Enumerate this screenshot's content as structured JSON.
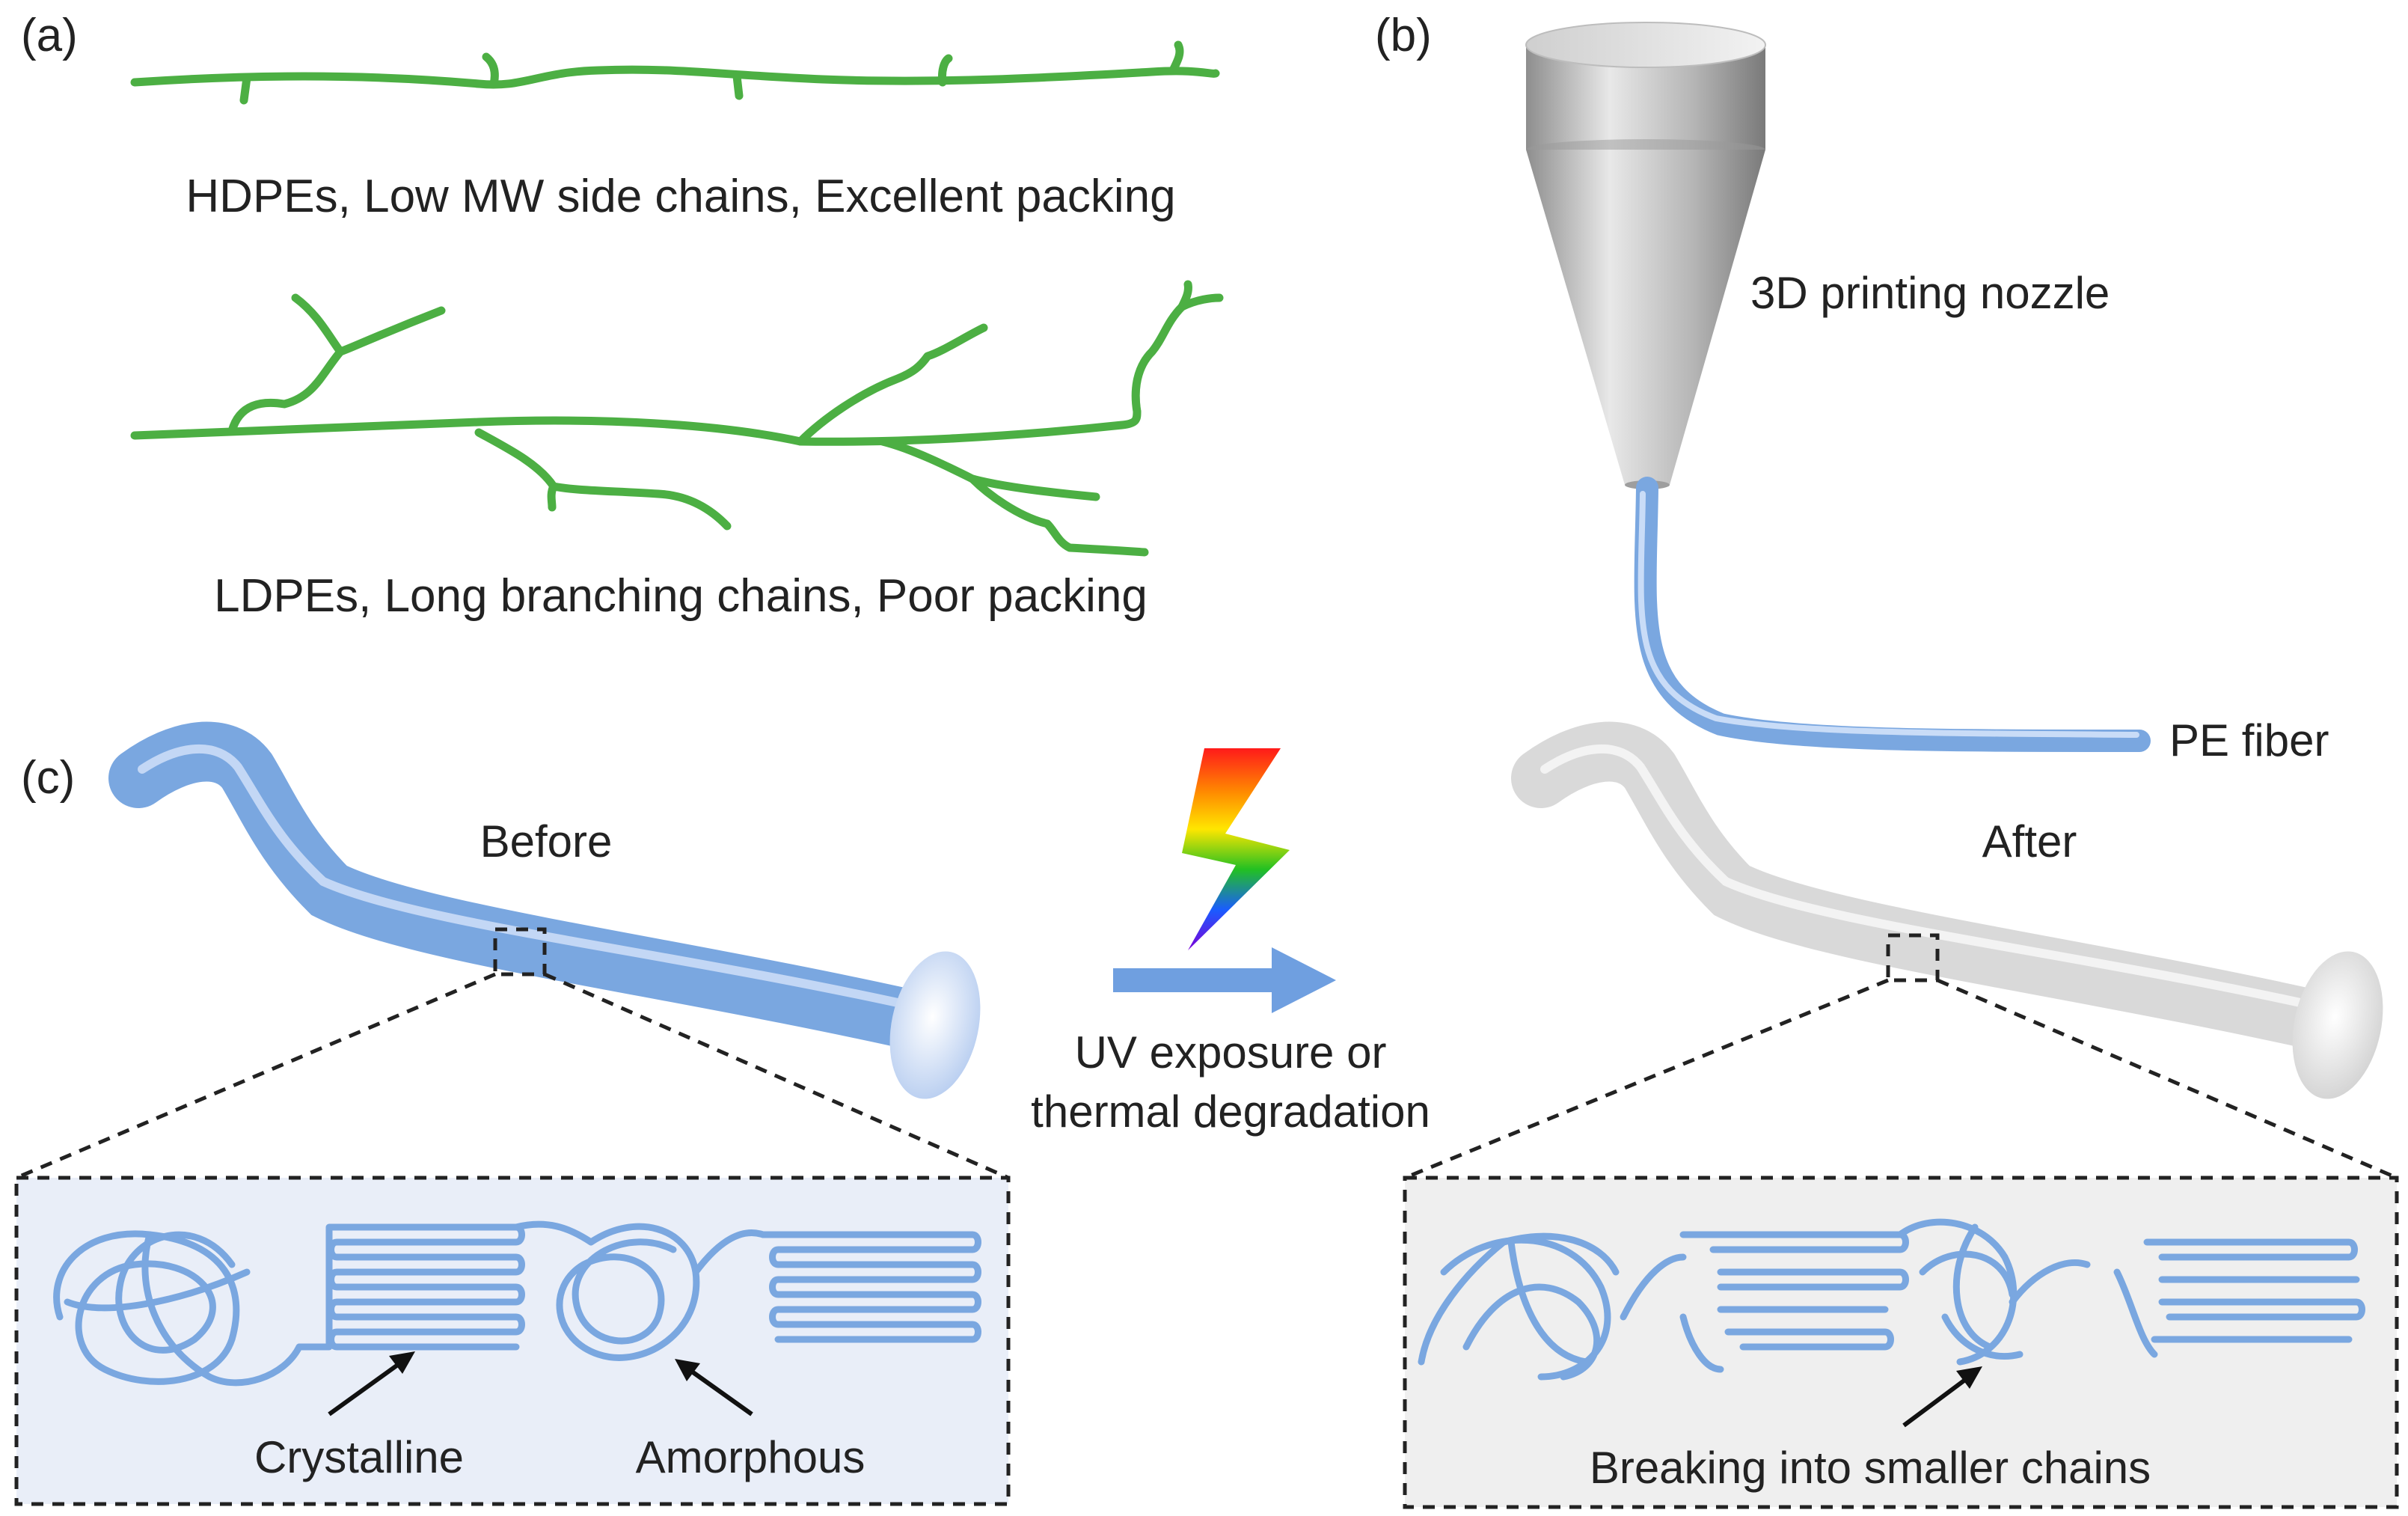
{
  "panels": {
    "a": {
      "tag": "(a)",
      "hdpe_caption": "HDPEs, Low MW side chains, Excellent packing",
      "ldpe_caption": "LDPEs, Long branching chains, Poor packing"
    },
    "b": {
      "tag": "(b)",
      "nozzle_label": "3D printing nozzle",
      "fiber_label": "PE fiber"
    },
    "c": {
      "tag": "(c)",
      "before_label": "Before",
      "after_label": "After",
      "process_line1": "UV exposure or",
      "process_line2": "thermal degradation",
      "crystalline_label": "Crystalline",
      "amorphous_label": "Amorphous",
      "breaking_label": "Breaking into smaller chains"
    }
  },
  "colors": {
    "chain_green": "#4caf43",
    "fiber_blue": "#7aa7e0",
    "fiber_gray": "#d9d9d9",
    "arrow_blue": "#6f9fe0",
    "inset_blue_bg": "#e9eef8",
    "inset_gray_bg": "#efefef",
    "text": "#222222"
  },
  "icons": {
    "energy": "lightning-bolt-icon",
    "process": "right-arrow-icon"
  }
}
